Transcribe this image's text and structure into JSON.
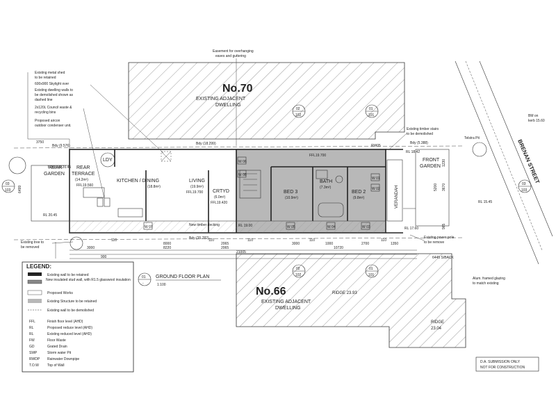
{
  "neighbours": {
    "no70": {
      "number": "No.70",
      "line1": "EXISTING ADJACENT",
      "line2": "DWELLING"
    },
    "no66": {
      "number": "No.66",
      "line1": "EXISTING ADJACENT",
      "line2": "DWELLING",
      "ridge_1": "RIDGE 23.93",
      "ridge_2": "RIDGE",
      "ridge_2_value": "23.04"
    }
  },
  "street": {
    "name": "BRENAN STREET",
    "bm": "BM on",
    "bm_value": "kerb 15.60",
    "telstra": "Telstra Pit",
    "rl_label": "RL 15.45"
  },
  "rooms": {
    "rear_garden": {
      "line1": "REAR",
      "line2": "GARDEN"
    },
    "rear_terrace": {
      "line1": "REAR",
      "line2": "TERRACE",
      "area": "(14.2m²)"
    },
    "ldy": "LDY",
    "kitchen_dining": {
      "name": "KITCHEN / DINING",
      "area": "(18.8m²)"
    },
    "living": {
      "name": "LIVING",
      "area": "(19.9m²)",
      "ffl": "FFL19.700"
    },
    "crtyd": {
      "name": "CRTYD",
      "area": "(6.0m²)",
      "ffl": "FFL19.420"
    },
    "bed3": {
      "name": "BED 3",
      "area": "(10.9m²)"
    },
    "bath": {
      "name": "BATH",
      "area": "(7.3m²)"
    },
    "bed2": {
      "name": "BED 2",
      "area": "(9.8m²)"
    },
    "verandah": "VERANDAH",
    "front_garden": {
      "line1": "FRONT",
      "line2": "GARDEN"
    }
  },
  "levels": {
    "ffl_top": "FFL19.700",
    "ffl_terrace": "FFL19.560",
    "tow": "T.O.W RL20.45",
    "rl_rear": "RL 20.45",
    "rl_19": "RL 19.00",
    "rl_1760": "RL 17.60",
    "rl_1842": "RL 18.42"
  },
  "boundaries": {
    "bdy_north_left": "Bdy (9.576)",
    "bdy_north_mid": "Bdy (18.299)",
    "bdy_north_right": "Bdy (5.388)",
    "bdy_south": "Bdy (35.782)",
    "rw": "RW05"
  },
  "annotations": {
    "shed": [
      "Existing metal shed",
      "to be retained"
    ],
    "skylight": "600x900 Skylight over",
    "walls_demolish": [
      "Existing dwelling walls to",
      "be demolished shown as",
      "dashed line"
    ],
    "bins": [
      "2x120L Council waste &",
      "recycling bins"
    ],
    "aircon": [
      "Proposed aircon",
      "outdoor condenser unit."
    ],
    "easement": [
      "Easement for overhanging",
      "eaves and guttering"
    ],
    "timber_stairs": [
      "Existing timber stairs",
      "to be demolished"
    ],
    "timber_decking": "New timber decking",
    "tree": [
      "Existing tree to",
      "be removed"
    ],
    "power_pole": [
      "Existing power pole",
      "to be remove"
    ],
    "glazing": [
      "Alum. framed glazing",
      "to match existing"
    ],
    "setback": "6445 S/BACK"
  },
  "dimensions": {
    "top_left": "3750",
    "left_side": "6499",
    "row1": [
      "3000",
      "8000",
      "2065",
      "3000",
      "1000",
      "2700",
      "1350"
    ],
    "row2": [
      "8220",
      "2065",
      "10720"
    ],
    "overall": "21005",
    "offset": "900",
    "gaps": [
      "110",
      "110",
      "110",
      "110",
      "110"
    ],
    "right_side": [
      "1230",
      "3670",
      "5200",
      "965"
    ]
  },
  "sections": [
    "02",
    "102",
    "01",
    "101",
    "03",
    "103",
    "02",
    "102",
    "01",
    "101",
    "03",
    "103"
  ],
  "windows": [
    "W 07",
    "W 06",
    "W 05",
    "W 04",
    "W 03",
    "W 01",
    "W 02",
    "W 08"
  ],
  "title": {
    "number": "01",
    "name": "GROUND FLOOR PLAN",
    "scale": "1:100"
  },
  "legend": {
    "heading": "LEGEND:",
    "items": [
      "Existing wall to be retained",
      "New insulated stud wall, with R1.5 glasswool insulation",
      "Proposed Works",
      "Existing Structure to be retained",
      "Existing wall to be demolished"
    ],
    "abbreviations": [
      {
        "sym": "FFL",
        "desc": "Finish floor level (AHD)"
      },
      {
        "sym": "RL",
        "desc": "Proposed reduce level (AHD)"
      },
      {
        "sym": "RL",
        "desc": "Existing reduced level (AHD)"
      },
      {
        "sym": "FW",
        "desc": "Floor Waste"
      },
      {
        "sym": "GD",
        "desc": "Grated Drain"
      },
      {
        "sym": "SWP",
        "desc": "Storm water Pit"
      },
      {
        "sym": "RWDP",
        "desc": "Rainwater Downpipe"
      },
      {
        "sym": "T.O.W",
        "desc": "Top of Wall"
      }
    ]
  },
  "stamp": [
    "D.A. SUBMISSION ONLY",
    "NOT FOR CONSTRUCTION"
  ],
  "colors": {
    "existing_structure": "#b8b8b8",
    "line": "#222222",
    "hatch": "#555555"
  }
}
